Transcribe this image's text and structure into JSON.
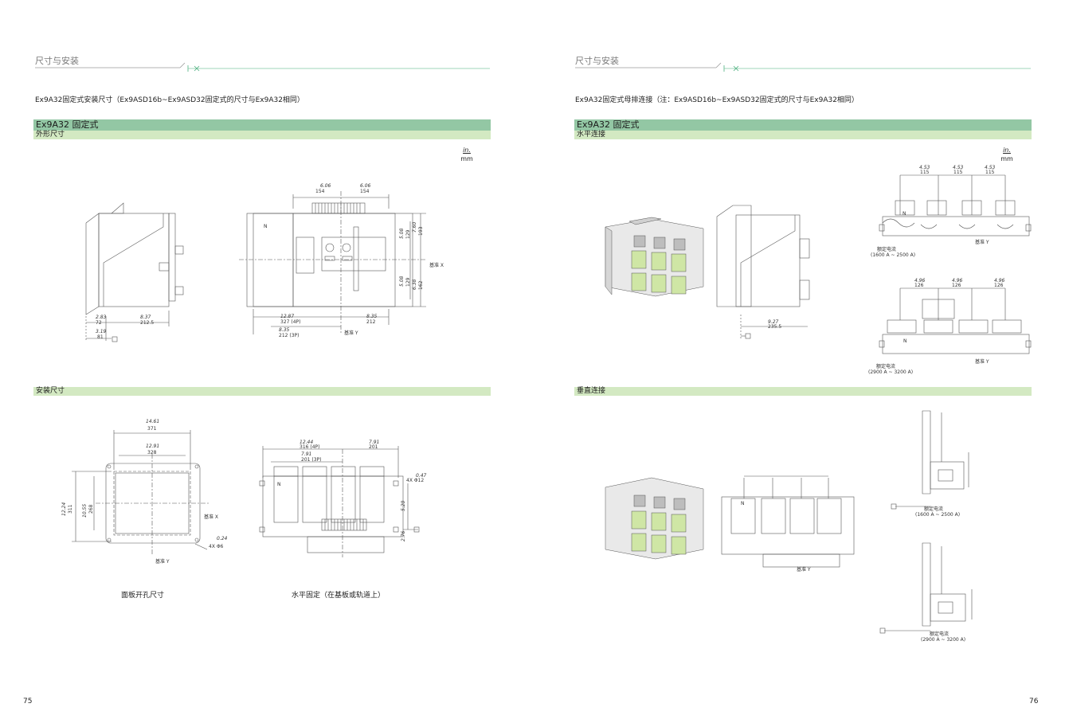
{
  "left": {
    "section_title": "尺寸与安装",
    "subtitle": "Ex9A32固定式安装尺寸（Ex9ASD16b~Ex9ASD32固定式的尺寸与Ex9A32相同）",
    "band_title": "Ex9A32 固定式",
    "band_outline": "外形尺寸",
    "band_mount": "安装尺寸",
    "unit_inch": "in.",
    "unit_mm": "mm",
    "caption_panel": "面板开孔尺寸",
    "caption_horizontal": "水平固定（在基板或轨道上）",
    "page_number": "75",
    "dims": {
      "top_a_in": "6.06",
      "top_a_mm": "154",
      "top_b_in": "6.06",
      "top_b_mm": "154",
      "right_a_in": "7.60",
      "right_a_mm": "193",
      "right_b_in": "5.08",
      "right_b_mm": "129",
      "right_c_in": "5.08",
      "right_c_mm": "129",
      "right_d_in": "6.38",
      "right_d_mm": "162",
      "base_x": "基准 X",
      "base_y": "基准 Y",
      "side_a_in": "2.83",
      "side_a_mm": "72",
      "side_b_in": "8.37",
      "side_b_mm": "212.5",
      "side_c_in": "3.19",
      "side_c_mm": "81",
      "bot_a_in": "12.87",
      "bot_a_mm": "327 (4P)",
      "bot_b_in": "8.35",
      "bot_b_mm": "212",
      "bot_c_in": "8.35",
      "bot_c_mm": "212 (3P)",
      "cut_a_in": "14.61",
      "cut_a_mm": "371",
      "cut_b_in": "12.91",
      "cut_b_mm": "328",
      "cut_c_in": "12.24",
      "cut_c_mm": "311",
      "cut_d_in": "10.55",
      "cut_d_mm": "268",
      "cut_hole_in": "0.24",
      "cut_hole": "4X Φ6",
      "hz_a_in": "12.44",
      "hz_a_mm": "316 (4P)",
      "hz_b_in": "7.91",
      "hz_b_mm": "201",
      "hz_c_in": "7.91",
      "hz_c_mm": "201 (3P)",
      "hz_hole_in": "0.47",
      "hz_hole": "4X Φ12",
      "hz_r_a": "5.20",
      "hz_r_b": "2.76",
      "neutral": "N"
    }
  },
  "right": {
    "section_title": "尺寸与安装",
    "subtitle": "Ex9A32固定式母排连接（注：Ex9ASD16b~Ex9ASD32固定式的尺寸与Ex9A32相同）",
    "band_title": "Ex9A32 固定式",
    "band_horizontal": "水平连接",
    "band_vertical": "垂直连接",
    "unit_inch": "in.",
    "unit_mm": "mm",
    "page_number": "76",
    "dims": {
      "h1_pitch_in": "4.53",
      "h1_pitch_mm": "115",
      "h1_rated": "额定电流",
      "h1_range": "(1600 A ~ 2500 A)",
      "h2_pitch_in": "4.96",
      "h2_pitch_mm": "126",
      "h2_rated": "额定电流",
      "h2_range": "(2900 A ~ 3200 A)",
      "side_in": "9.27",
      "side_mm": "235.5",
      "base_y": "基准 Y",
      "v1_rated": "额定电流",
      "v1_range": "(1600 A ~ 2500 A)",
      "v2_rated": "额定电流",
      "v2_range": "(2900 A ~ 3200 A)",
      "neutral": "N"
    }
  },
  "colors": {
    "band_dark": "#93c7a4",
    "band_light": "#d3e9c2",
    "header_line": "#7fc6a2",
    "terminal_green": "#cfe6a5"
  }
}
